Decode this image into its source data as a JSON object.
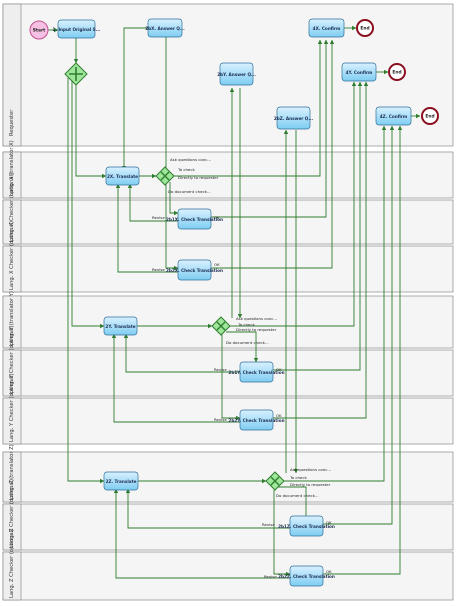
{
  "lanes": [
    {
      "id": "requester",
      "label": "Requester"
    },
    {
      "id": "lang_x",
      "label": "Lang. X (translator X)"
    },
    {
      "id": "lang_x_chk1",
      "label": "Lang. X Checker (optional)"
    },
    {
      "id": "lang_x_chk2",
      "label": "Lang. X Checker (optional)"
    },
    {
      "id": "lang_y",
      "label": "Lang. Y (translator Y)"
    },
    {
      "id": "lang_y_chk1",
      "label": "Lang. Y Checker (optional)"
    },
    {
      "id": "lang_y_chk2",
      "label": "Lang. Y Checker (optional)"
    },
    {
      "id": "lang_z",
      "label": "Lang. Z (translator Z)"
    },
    {
      "id": "lang_z_chk1",
      "label": "Lang. Z Checker (optional)"
    },
    {
      "id": "lang_z_chk2",
      "label": "Lang. Z Checker (optional)"
    }
  ],
  "events": {
    "start": "Start",
    "end_x": "End",
    "end_y": "End",
    "end_z": "End"
  },
  "tasks": {
    "input": "1. Input Original S...",
    "answer_x": "2bX. Answer Q...",
    "answer_y": "2bY. Answer Q...",
    "answer_z": "2bZ. Answer Q...",
    "translate_x": "2X. Translate",
    "translate_y": "2Y. Translate",
    "translate_z": "2Z. Translate",
    "check1_x": "2b1X. Check Translation",
    "check2_x": "2b2X. Check Translation",
    "check1_y": "2b1Y. Check Translation",
    "check2_y": "2b2Y. Check Translation",
    "check1_z": "2b1Z. Check Translation",
    "check2_z": "2b2Z. Check Translation",
    "confirm_x": "4X. Confirm",
    "confirm_y": "4Y. Confirm",
    "confirm_z": "4Z. Confirm"
  },
  "edge_labels": {
    "ask_questions": "Ask questions conc...",
    "to_check": "To check",
    "directly_to_requester": "Directly to requester",
    "document_not_checked": "Do document check...",
    "revise": "Revise",
    "ok": "OK"
  },
  "colors": {
    "lane_fill": "#f5f5f5",
    "lane_stroke": "#8c8c8c",
    "task_fill_top": "#d9f1ff",
    "task_fill_bottom": "#7fcdf2",
    "task_stroke": "#2f6f9a",
    "gateway_fill": "#9ee79a",
    "gateway_stroke": "#2f7d2f",
    "start_fill": "#f5c0e3",
    "start_stroke": "#c0508f",
    "end_stroke": "#8b0f1e",
    "flow": "#2f7d2f"
  }
}
